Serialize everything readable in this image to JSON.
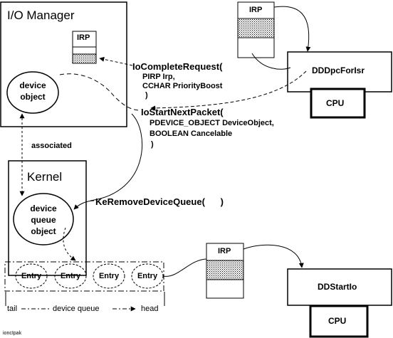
{
  "io_manager": {
    "title": "I/O Manager",
    "irp_label": "IRP",
    "device_object": [
      "device",
      "object"
    ]
  },
  "top_irp": {
    "label": "IRP"
  },
  "dpc": {
    "routine": "DDDpcForIsr",
    "cpu_label": "CPU"
  },
  "io_complete_request": {
    "lines": [
      "IoCompleteRequest(",
      "PIRP Irp,",
      "CCHAR PriorityBoost",
      ")"
    ]
  },
  "io_start_next_packet": {
    "lines": [
      "IoStartNextPacket(",
      "PDEVICE_OBJECT DeviceObject,",
      "BOOLEAN Cancelable",
      ")"
    ]
  },
  "associated_label": "associated",
  "kernel": {
    "title": "Kernel",
    "device_queue_object": [
      "device",
      "queue",
      "object"
    ]
  },
  "ke_remove_device_queue": "KeRemoveDeviceQueue(      )",
  "queue": {
    "entries": [
      "Entry",
      "Entry",
      "Entry",
      "Entry"
    ],
    "tail_label": "tail",
    "queue_label": "device queue",
    "head_label": "head"
  },
  "bottom_irp": {
    "label": "IRP"
  },
  "start_io": {
    "routine": "DDStartIo",
    "cpu_label": "CPU"
  },
  "footer_code": "ioncIpak"
}
